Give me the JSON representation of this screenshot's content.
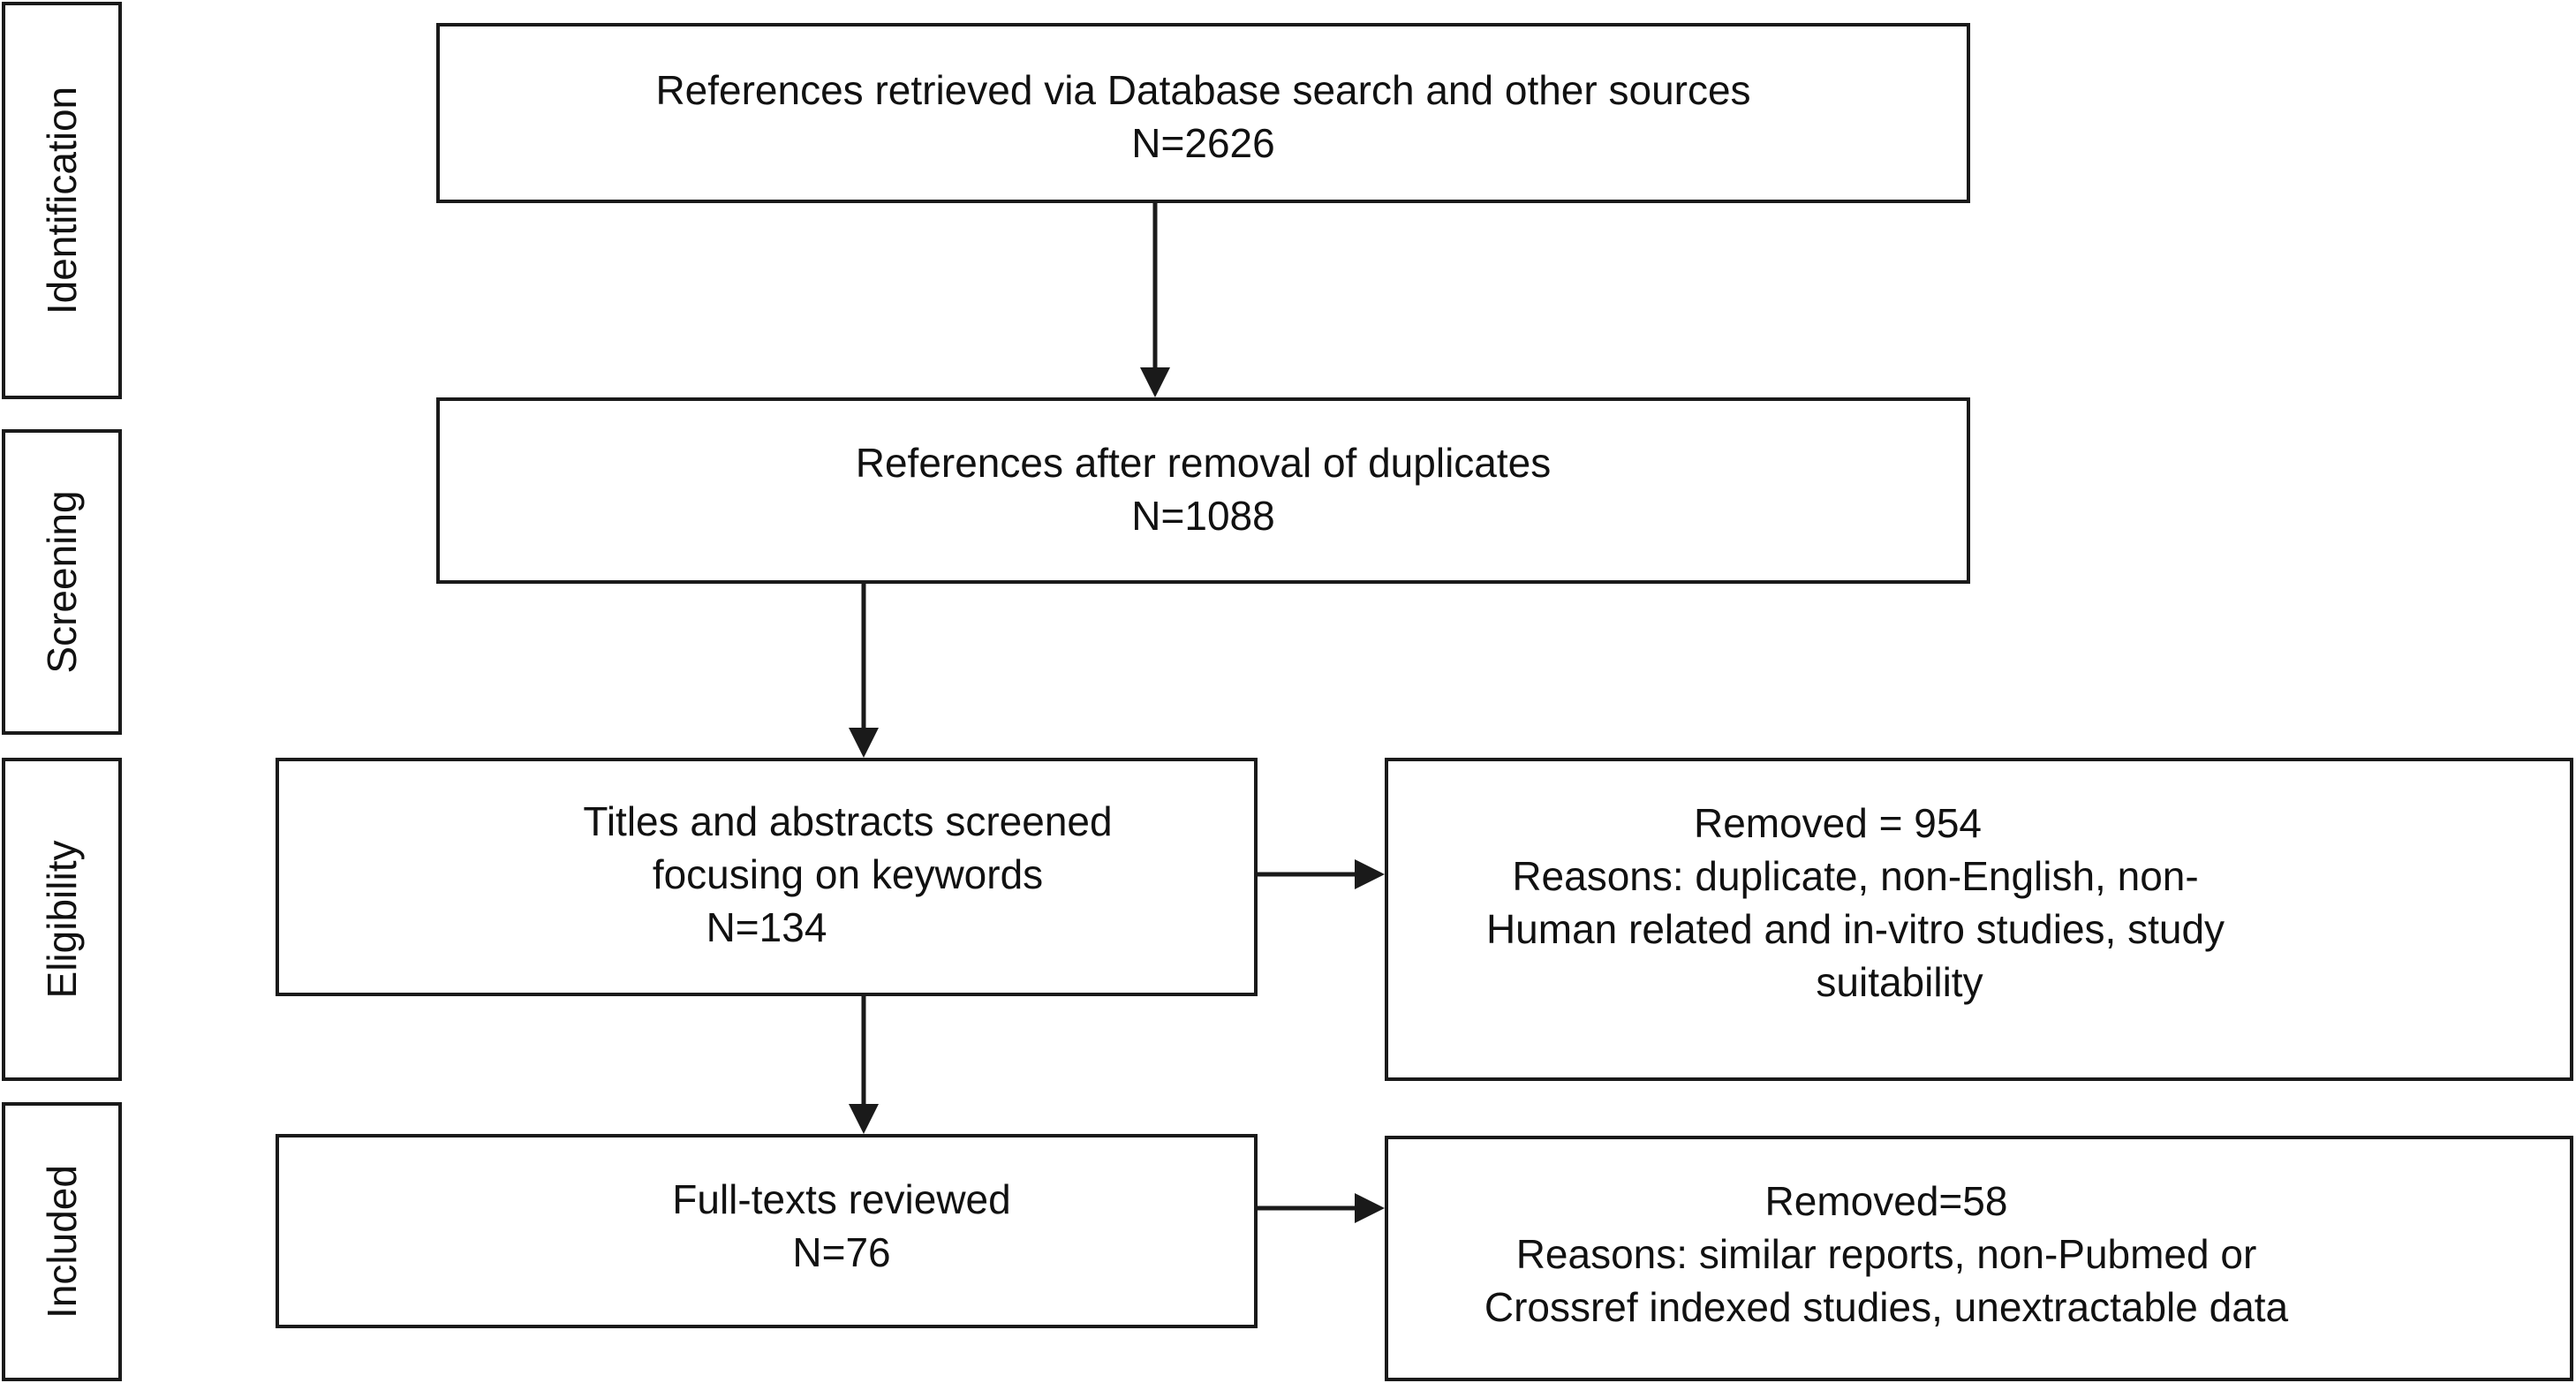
{
  "stages": [
    {
      "id": "identification",
      "label": "Identification"
    },
    {
      "id": "screening",
      "label": "Screening"
    },
    {
      "id": "eligibility",
      "label": "Eligibility"
    },
    {
      "id": "included",
      "label": "Included"
    }
  ],
  "nodes": {
    "retrieved": {
      "line1": "References retrieved via Database search and other sources",
      "line2": "N=2626"
    },
    "after_duplicates": {
      "line1": "References after removal of duplicates",
      "line2": "N=1088"
    },
    "titles_abstracts": {
      "line1": "Titles and abstracts screened",
      "line2": "focusing on keywords",
      "line3": "N=134"
    },
    "removed_eligibility": {
      "line1": "Removed = 954",
      "line2": "Reasons: duplicate, non-English, non-",
      "line3": "Human related and in-vitro studies, study",
      "line4": "suitability"
    },
    "full_texts": {
      "line1": "Full-texts reviewed",
      "line2": "N=76"
    },
    "removed_included": {
      "line1": "Removed=58",
      "line2": "Reasons: similar reports, non-Pubmed or",
      "line3": "Crossref indexed studies, unextractable data"
    }
  },
  "edges": [
    {
      "from": "retrieved",
      "to": "after_duplicates"
    },
    {
      "from": "after_duplicates",
      "to": "titles_abstracts"
    },
    {
      "from": "titles_abstracts",
      "to": "full_texts"
    },
    {
      "from": "titles_abstracts",
      "to": "removed_eligibility"
    },
    {
      "from": "full_texts",
      "to": "removed_included"
    }
  ]
}
